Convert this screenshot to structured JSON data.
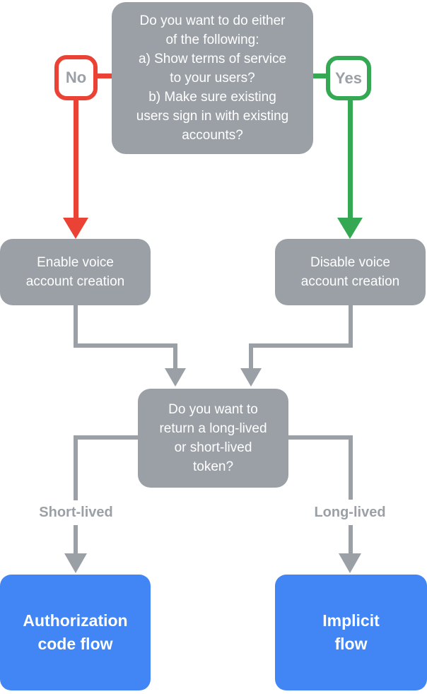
{
  "colors": {
    "gray": "#9AA0A6",
    "red": "#EA4335",
    "green": "#34A853",
    "blue": "#4285F4",
    "label_text": "#9AA0A6",
    "label_bg": "#FFFFFF",
    "node_text": "#FFFFFF"
  },
  "nodes": {
    "question_top": "Do you want to do either\nof the following:\na) Show terms of service\nto your users?\nb) Make sure existing\nusers sign in with existing\naccounts?",
    "no_label": "No",
    "yes_label": "Yes",
    "enable_box": "Enable voice\naccount creation",
    "disable_box": "Disable voice\naccount creation",
    "question_token": "Do you want to\nreturn a long-lived\nor short-lived\ntoken?",
    "short_lived_label": "Short-lived",
    "long_lived_label": "Long-lived",
    "auth_code_flow": "Authorization\ncode flow",
    "implicit_flow": "Implicit\nflow"
  }
}
